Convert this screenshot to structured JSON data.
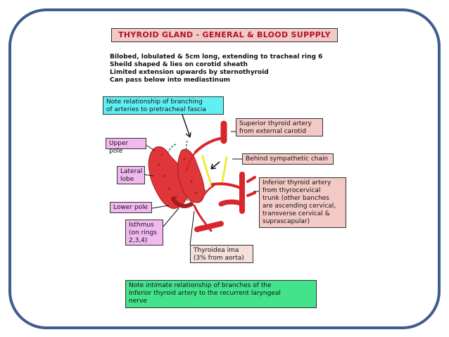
{
  "title": "THYROID GLAND - GENERAL & BLOOD SUPPPLY",
  "intro_lines": [
    "Bilobed, lobulated & 5cm long, extending to tracheal ring 6",
    "Sheild shaped & lies on corotid sheath",
    "Limited extension upwards by sternothyroid",
    "Can pass below into mediastinum"
  ],
  "labels": {
    "pretracheal_note": "Note relationship of branching\nof arteries to pretracheal fascia",
    "superior_artery": "Superior thyroid artery\nfrom external carotid",
    "upper_pole": "Upper pole",
    "sympathetic_chain": "Behind sympathetic chain",
    "lateral_lobe": "Lateral\nlobe",
    "inferior_artery": "Inferior thyroid artery\nfrom thyrocervical\ntrunk (other banches\nare ascending cervical,\ntransverse cervical &\nsuprascapular)",
    "lower_pole": "Lower pole",
    "isthmus": "Isthmus\n(on rings\n2,3,4)",
    "thyroidea_ima": "Thyroidea ima\n(3% from aorta)",
    "bottom_note": "Note intimate relationship of branches of the\ninferior thyroid artery to the recurrent laryngeal\nnerve"
  },
  "colors": {
    "frame_border": "#3f5c8c",
    "gland": "#e0363a",
    "artery": "#d8262d",
    "nerve_yellow": "#f1ea36",
    "fascia_green": "#2f7a55"
  }
}
